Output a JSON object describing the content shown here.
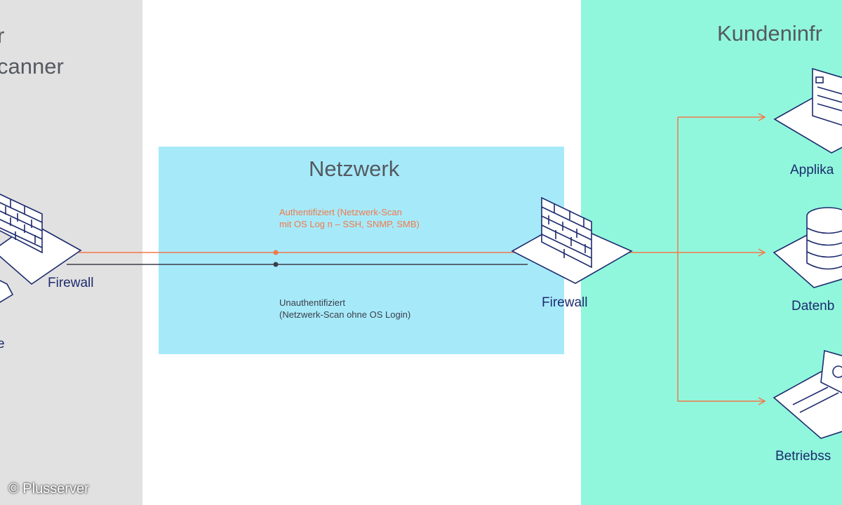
{
  "zones": {
    "scanner": {
      "title_line1": "r",
      "title_line2": "canner"
    },
    "network": {
      "title": "Netzwerk"
    },
    "customer": {
      "title": "Kundeninfr"
    }
  },
  "scans": {
    "authenticated": {
      "line1": "Authentifiziert (Netzwerk-Scan",
      "line2": "mit OS Log n – SSH, SNMP, SMB)",
      "color": "#f3784a"
    },
    "unauthenticated": {
      "line1": "Unauthentifiziert",
      "line2": "(Netzwerk-Scan ohne OS Login)",
      "color": "#3d3d48"
    }
  },
  "devices": {
    "firewall_left": {
      "label": "Firewall",
      "icon": "firewall-icon"
    },
    "firewall_right": {
      "label": "Firewall",
      "icon": "firewall-icon"
    },
    "scanner_device": {
      "label": "e",
      "icon": "scanner-device-icon"
    },
    "application": {
      "label": "Applika",
      "icon": "application-window-icon"
    },
    "database": {
      "label": "Datenb",
      "icon": "database-icon"
    },
    "operating_system": {
      "label": "Betriebss",
      "icon": "operating-system-icon"
    }
  },
  "footer": {
    "copyright": "© Plusserver"
  },
  "colors": {
    "scanner_zone": "#e1e1e1",
    "network_zone": "#a6eafa",
    "customer_zone": "#90f7dc",
    "device_outline": "#1d2b6e",
    "auth_line": "#f3784a",
    "unauth_line": "#3d3d48"
  }
}
